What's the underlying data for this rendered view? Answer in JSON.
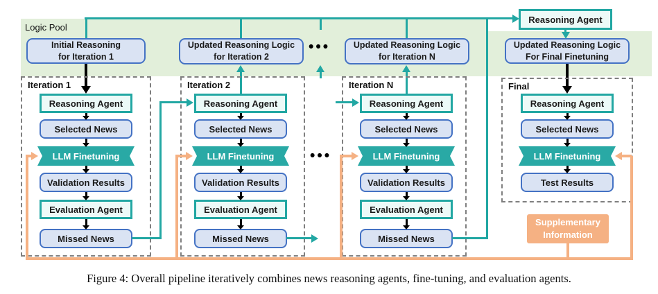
{
  "palette": {
    "teal": "#22a7a3",
    "teal_fill": "#29a9a5",
    "agent_fill": "#ecfaf8",
    "blue_border": "#4472c4",
    "blue_fill": "#dae3f3",
    "green_band": "#e2efda",
    "orange": "#f5b183",
    "dash_gray": "#7f7f7f"
  },
  "caption": "Figure 4: Overall pipeline iteratively combines news reasoning agents, fine-tuning, and evaluation agents.",
  "logic_pool": {
    "label": "Logic Pool",
    "initial": [
      "Initial Reasoning",
      "for Iteration 1"
    ],
    "iter2": [
      "Updated Reasoning Logic",
      "for Iteration 2"
    ],
    "iterN": [
      "Updated Reasoning Logic",
      "for Iteration N"
    ],
    "final": [
      "Updated Reasoning Logic",
      "For Final Finetuning"
    ]
  },
  "top_agent_label": "Reasoning Agent",
  "ellipsis": "•••",
  "columns": {
    "iter1": {
      "label": "Iteration 1",
      "boxes": [
        "Reasoning Agent",
        "Selected News",
        "LLM Finetuning",
        "Validation Results",
        "Evaluation Agent",
        "Missed News"
      ]
    },
    "iter2": {
      "label": "Iteration 2",
      "boxes": [
        "Reasoning Agent",
        "Selected News",
        "LLM Finetuning",
        "Validation Results",
        "Evaluation Agent",
        "Missed News"
      ]
    },
    "iterN": {
      "label": "Iteration N",
      "boxes": [
        "Reasoning Agent",
        "Selected News",
        "LLM Finetuning",
        "Validation Results",
        "Evaluation Agent",
        "Missed News"
      ]
    },
    "final": {
      "label": "Final",
      "boxes": [
        "Reasoning Agent",
        "Selected News",
        "LLM Finetuning",
        "Test Results"
      ]
    }
  },
  "supplementary": [
    "Supplementary",
    "Information"
  ]
}
